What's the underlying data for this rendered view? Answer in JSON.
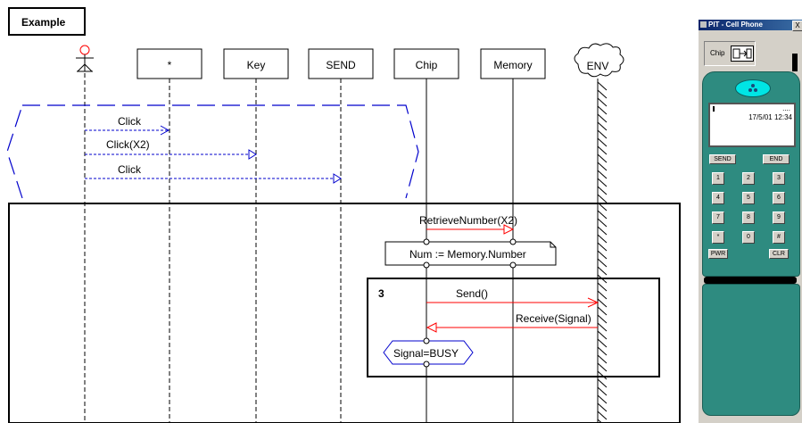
{
  "diagram": {
    "title": "Example",
    "lifelines": [
      "*",
      "Key",
      "SEND",
      "Chip",
      "Memory",
      "ENV"
    ],
    "messages": [
      {
        "label": "Click",
        "from": "actor",
        "to": "*"
      },
      {
        "label": "Click(X2)",
        "from": "actor",
        "to": "Key"
      },
      {
        "label": "Click",
        "from": "actor",
        "to": "SEND"
      },
      {
        "label": "RetrieveNumber(X2)",
        "from": "Chip",
        "to": "Memory"
      },
      {
        "label": "Send()",
        "from": "Chip",
        "to": "ENV"
      },
      {
        "label": "Receive(Signal)",
        "from": "ENV",
        "to": "Chip"
      }
    ],
    "action": "Num := Memory.Number",
    "loop_label": "3",
    "condition": "Signal=BUSY",
    "colors": {
      "dashed_frame": "#0000cc",
      "dotted_messages": "#0000cc",
      "solid_messages": "#ff0000"
    }
  },
  "phone": {
    "title": "PIT - Cell Phone",
    "close_label": "X",
    "chip_label": "Chip",
    "screen_indicator": "....",
    "screen_datetime": "17/5/01 12:34",
    "send_label": "SEND",
    "end_label": "END",
    "keys": [
      "1",
      "2",
      "3",
      "4",
      "5",
      "6",
      "7",
      "8",
      "9",
      "*",
      "0",
      "#"
    ],
    "pwr_label": "PWR",
    "clr_label": "CLR",
    "colors": {
      "body": "#2e8b80",
      "earpiece": "#00e5e5"
    }
  }
}
